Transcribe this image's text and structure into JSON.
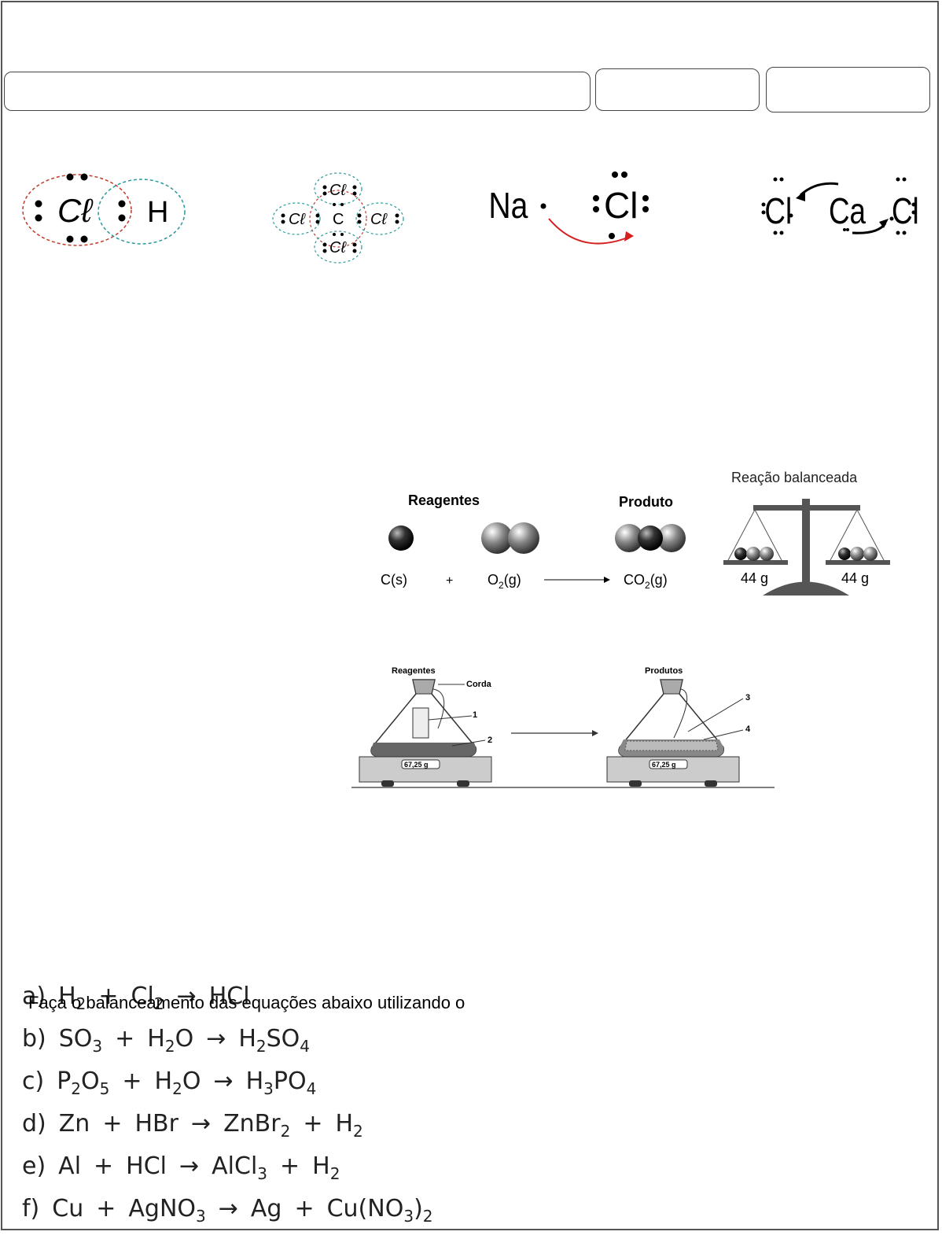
{
  "header_boxes": [
    "",
    "",
    ""
  ],
  "lewis": {
    "hcl": {
      "left": "Cℓ",
      "right": "H"
    },
    "ccl4": {
      "center": "C",
      "ligand": "Cℓ"
    },
    "nacl": {
      "metal": "Na",
      "nonmetal": "Cl"
    },
    "cacl2": {
      "metal": "Ca",
      "nonmetal": "Cl"
    }
  },
  "balance_figure": {
    "title": "Reação balanceada",
    "reagents_label": "Reagentes",
    "product_label": "Produto",
    "reactant1": "C(s)",
    "plus": "+",
    "reactant2": {
      "base": "O",
      "sub": "2",
      "tail": "(g)"
    },
    "product": {
      "base": "CO",
      "sub": "2",
      "tail": "(g)"
    },
    "mass_left": "44 g",
    "mass_right": "44 g"
  },
  "flask_figure": {
    "reagents_label": "Reagentes",
    "products_label": "Produtos",
    "string_label": "Corda",
    "markers": [
      "1",
      "2",
      "3",
      "4"
    ],
    "scale_left": "67,25 g",
    "scale_right": "67,25 g"
  },
  "exercise": {
    "instruction": "Faça o balanceamento das equações abaixo utilizando o",
    "equations": [
      {
        "label": "a)",
        "parts": [
          [
            "H",
            "2"
          ],
          [
            "+"
          ],
          [
            "Cl",
            "2"
          ],
          [
            "→"
          ],
          [
            "HCl"
          ]
        ]
      },
      {
        "label": "b)",
        "parts": [
          [
            "SO",
            "3"
          ],
          [
            "+"
          ],
          [
            "H",
            "2",
            "O"
          ],
          [
            "→"
          ],
          [
            "H",
            "2",
            "SO",
            "4"
          ]
        ]
      },
      {
        "label": "c)",
        "parts": [
          [
            "P",
            "2",
            "O",
            "5"
          ],
          [
            "+"
          ],
          [
            "H",
            "2",
            "O"
          ],
          [
            "→"
          ],
          [
            "H",
            "3",
            "PO",
            "4"
          ]
        ]
      },
      {
        "label": "d)",
        "parts": [
          [
            "Zn"
          ],
          [
            "+"
          ],
          [
            "HBr"
          ],
          [
            "→"
          ],
          [
            "ZnBr",
            "2"
          ],
          [
            "+"
          ],
          [
            "H",
            "2"
          ]
        ]
      },
      {
        "label": "e)",
        "parts": [
          [
            "Al"
          ],
          [
            "+"
          ],
          [
            "HCl"
          ],
          [
            "→"
          ],
          [
            "AlCl",
            "3"
          ],
          [
            "+"
          ],
          [
            "H",
            "2"
          ]
        ]
      },
      {
        "label": "f)",
        "parts": [
          [
            "Cu"
          ],
          [
            "+"
          ],
          [
            "AgNO",
            "3"
          ],
          [
            "→"
          ],
          [
            "Ag"
          ],
          [
            "+"
          ],
          [
            "Cu(NO",
            "3",
            ")",
            "2"
          ]
        ]
      }
    ]
  }
}
